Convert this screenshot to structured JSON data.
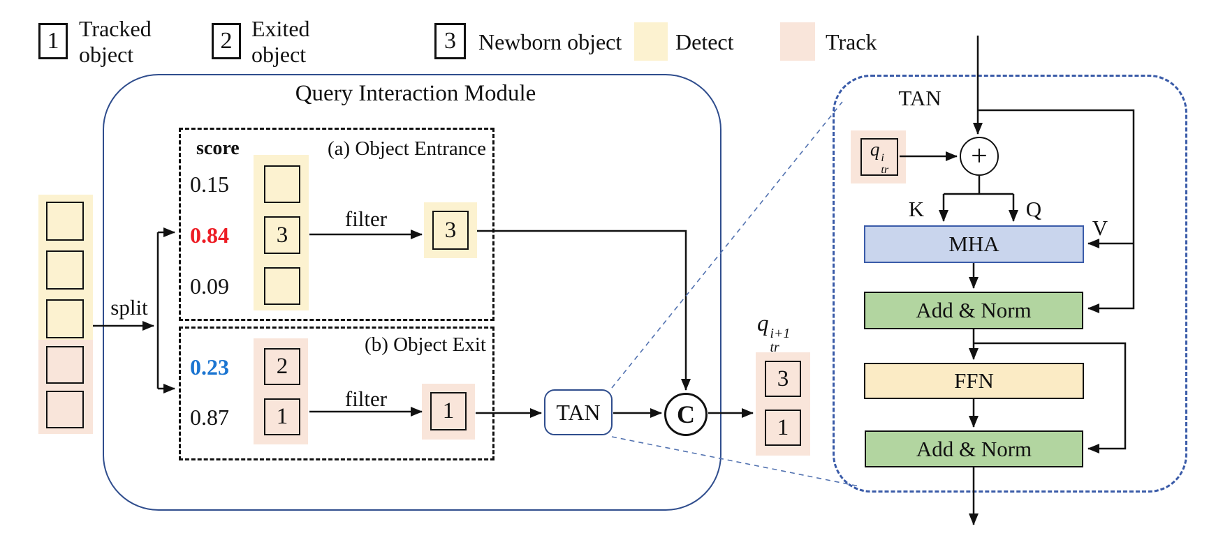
{
  "legend": {
    "items": [
      {
        "symbol": "1",
        "label": "Tracked object"
      },
      {
        "symbol": "2",
        "label": "Exited object"
      },
      {
        "symbol": "3",
        "label": "Newborn object"
      }
    ],
    "detect": {
      "label": "Detect",
      "color": "#fcf2d0"
    },
    "track": {
      "label": "Track",
      "color": "#f9e5da"
    }
  },
  "qim": {
    "title": "Query Interaction Module",
    "split_label": "split",
    "entrance": {
      "title": "(a) Object Entrance",
      "score_header": "score",
      "scores": [
        {
          "value": "0.15",
          "color": "#111111"
        },
        {
          "value": "0.84",
          "color": "#ed1c24"
        },
        {
          "value": "0.09",
          "color": "#111111"
        }
      ],
      "stack": [
        "",
        "3",
        ""
      ],
      "filter_label": "filter",
      "filtered": "3"
    },
    "exit": {
      "title": "(b) Object Exit",
      "scores": [
        {
          "value": "0.23",
          "color": "#1b75d1"
        },
        {
          "value": "0.87",
          "color": "#111111"
        }
      ],
      "stack": [
        "2",
        "1"
      ],
      "filter_label": "filter",
      "filtered": "1"
    },
    "tan_label": "TAN",
    "concat_label": "C"
  },
  "output": {
    "label": {
      "base": "q",
      "sub": "tr",
      "sup": "i+1"
    },
    "stack": [
      "3",
      "1"
    ]
  },
  "tan_panel": {
    "title": "TAN",
    "track_query": {
      "base": "q",
      "sub": "tr",
      "sup": "i"
    },
    "plus_label": "+",
    "k_label": "K",
    "q_label": "Q",
    "v_label": "V",
    "mha": {
      "label": "MHA",
      "color": "#c9d5ed"
    },
    "add_norm_1": {
      "label": "Add & Norm",
      "color": "#b2d5a0"
    },
    "ffn": {
      "label": "FFN",
      "color": "#fbebc5"
    },
    "add_norm_2": {
      "label": "Add & Norm",
      "color": "#b2d5a0"
    }
  },
  "colors": {
    "qim_border": "#2f4d8d",
    "panel_border": "#3a5ba8",
    "detect_fill": "#fcf2d0",
    "track_fill": "#f9e5da",
    "score_highlight_red": "#ed1c24",
    "score_highlight_blue": "#1b75d1"
  }
}
